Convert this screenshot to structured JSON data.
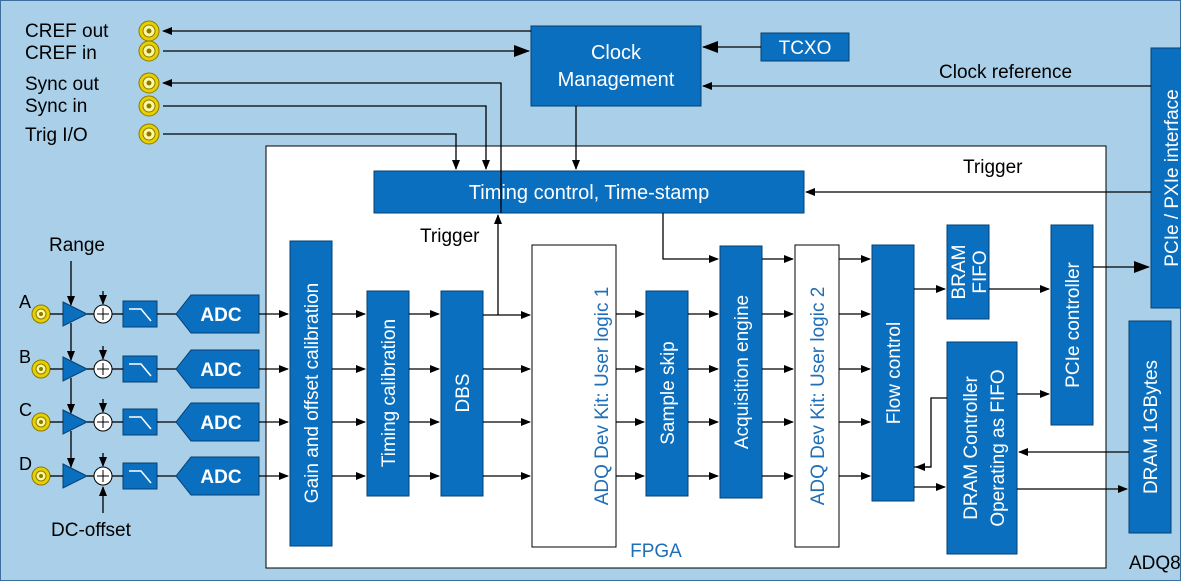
{
  "colors": {
    "background": "#a9cfe9",
    "block": "#0b6fbf",
    "block_text": "#ffffff",
    "fpga_bg": "#ffffff",
    "line": "#000000",
    "user_logic_text": "#1f6fb8",
    "connector": "#e8d000"
  },
  "connectors": {
    "cref_out": "CREF out",
    "cref_in": "CREF in",
    "sync_out": "Sync out",
    "sync_in": "Sync in",
    "trig_io": "Trig I/O"
  },
  "blocks": {
    "clock_management_1": "Clock",
    "clock_management_2": "Management",
    "tcxo": "TCXO",
    "timing_control": "Timing control, Time-stamp",
    "gain_offset": "Gain and offset calibration",
    "timing_calibration": "Timing calibration",
    "dbs": "DBS",
    "user_logic_1": "ADQ Dev Kit: User logic 1",
    "sample_skip": "Sample skip",
    "acquisition_engine": "Acquisition engine",
    "user_logic_2": "ADQ Dev Kit: User logic 2",
    "flow_control": "Flow control",
    "bram_fifo_1": "BRAM",
    "bram_fifo_2": "FIFO",
    "pcie_controller": "PCIe controller",
    "dram_controller_1": "DRAM Controller",
    "dram_controller_2": "Operating as FIFO",
    "dram": "DRAM 1GBytes",
    "pcie_interface": "PCIe / PXIe interface",
    "adc": "ADC"
  },
  "labels": {
    "clock_reference": "Clock reference",
    "trigger_top": "Trigger",
    "trigger_left": "Trigger",
    "range": "Range",
    "dc_offset": "DC-offset",
    "fpga": "FPGA",
    "board": "ADQ8"
  },
  "channels": [
    "A",
    "B",
    "C",
    "D"
  ]
}
